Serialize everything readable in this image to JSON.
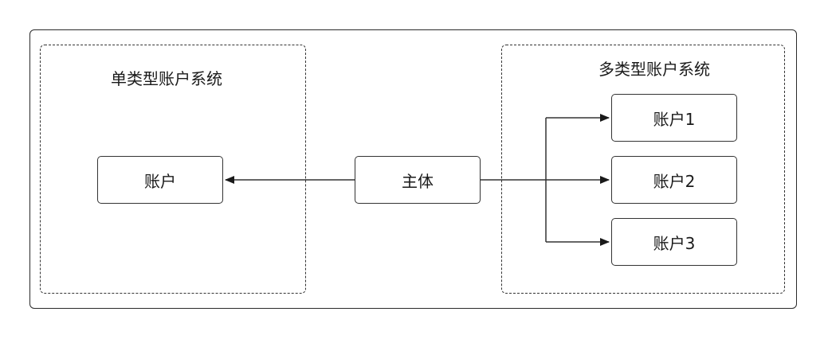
{
  "groups": {
    "single": {
      "title": "单类型账户系统"
    },
    "multi": {
      "title": "多类型账户系统"
    }
  },
  "nodes": {
    "account": "账户",
    "subject": "主体",
    "account1": "账户1",
    "account2": "账户2",
    "account3": "账户3"
  },
  "edges": [
    {
      "from": "subject",
      "to": "account"
    },
    {
      "from": "subject",
      "to": "account1"
    },
    {
      "from": "subject",
      "to": "account2"
    },
    {
      "from": "subject",
      "to": "account3"
    }
  ],
  "colors": {
    "stroke": "#333333",
    "background": "#ffffff"
  }
}
